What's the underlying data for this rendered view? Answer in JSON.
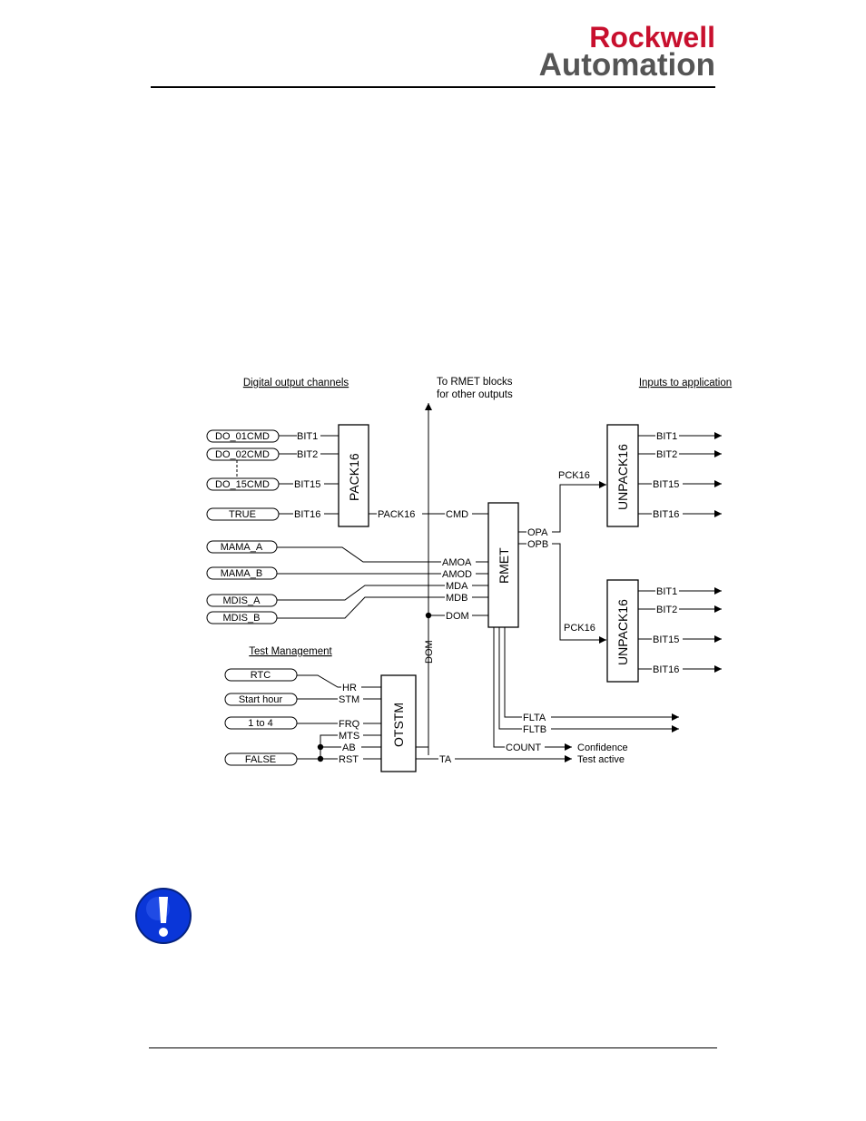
{
  "header": {
    "logo_line1": "Rockwell",
    "logo_line2": "Automation",
    "logo_color1": "#c8102e",
    "logo_color2": "#555555"
  },
  "diagram": {
    "headings": {
      "digital_outputs": "Digital output channels",
      "rmet_other_line1": "To RMET blocks",
      "rmet_other_line2": "for other outputs",
      "inputs_app": "Inputs to application",
      "test_mgmt": "Test Management"
    },
    "inputs": {
      "do01": "DO_01CMD",
      "do02": "DO_02CMD",
      "do15": "DO_15CMD",
      "true": "TRUE",
      "mama_a": "MAMA_A",
      "mama_b": "MAMA_B",
      "mdis_a": "MDIS_A",
      "mdis_b": "MDIS_B",
      "rtc": "RTC",
      "start_hour": "Start hour",
      "one_to_four": "1 to 4",
      "false": "FALSE"
    },
    "blocks": {
      "pack16": "PACK16",
      "rmet": "RMET",
      "unpack_top": "UNPACK16",
      "unpack_bottom": "UNPACK16",
      "otstm": "OTSTM"
    },
    "pins": {
      "bit1": "BIT1",
      "bit2": "BIT2",
      "bit15": "BIT15",
      "bit16": "BIT16",
      "pack16_out": "PACK16",
      "cmd": "CMD",
      "amoa": "AMOA",
      "amod": "AMOD",
      "mda": "MDA",
      "mdb": "MDB",
      "dom": "DOM",
      "opa": "OPA",
      "opb": "OPB",
      "pck16_top": "PCK16",
      "pck16_bottom": "PCK16",
      "hr": "HR",
      "stm": "STM",
      "frq": "FRQ",
      "mts": "MTS",
      "ab": "AB",
      "rst": "RST",
      "ta": "TA",
      "dom_vertical": "DOM",
      "flta": "FLTA",
      "fltb": "FLTB",
      "count": "COUNT"
    },
    "outputs": {
      "confidence": "Confidence",
      "test_active": "Test active"
    }
  },
  "note_icon": "exclamation-icon"
}
